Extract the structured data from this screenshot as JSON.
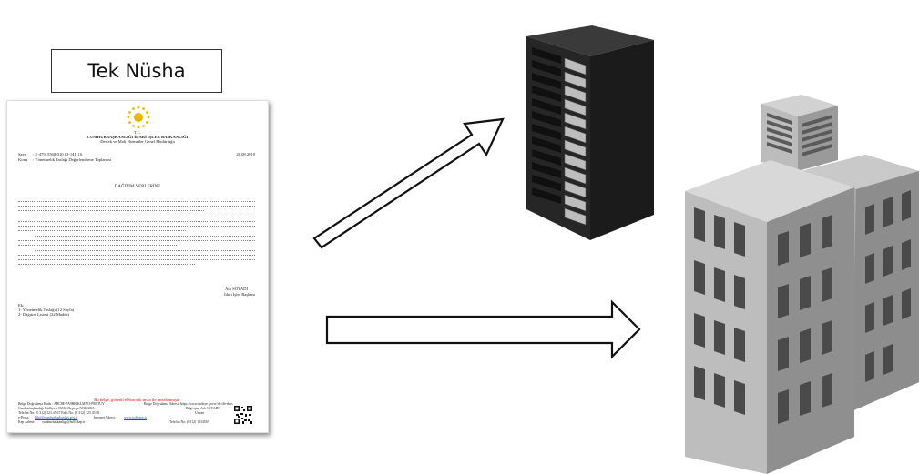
{
  "label": {
    "title": "Tek Nüsha"
  },
  "document": {
    "header_tc": "T.C.",
    "header_org": "CUMHURBAŞKANLIĞI İDARİ İŞLER BAŞKANLIĞI",
    "header_unit": "Destek ve Mali Hizmetler Genel Müdürlüğü",
    "sayi_label": "Sayı",
    "sayi_value": ": E-47915568-010.03-141116",
    "date": "26.08.2019",
    "konu_label": "Konu",
    "konu_value": ": Yönetmelik Taslağı Değerlendirme Toplantısı",
    "heading": "DAĞITIM YERLERİNE",
    "signer_name": "Adı SOYADI",
    "signer_title": "İdari İşler Başkanı",
    "ek_label": "Ek:",
    "ek_items": [
      "1- Yönetmelik Taslağı (12 Sayfa)",
      "2- Dağıtım Listesi (22 Madde)"
    ],
    "footer_red": "Bu belge, güvenli elektronik imza ile imzalanmıştır.",
    "footer_lines": [
      "Belge Doğrulama Kodu : ABC8E-PA9BB-KLMNO-PRSTUV",
      "Belge Doğrulama Adresi: https://www.turkiye.gov.tr/cb-iib-ebys",
      "Cumhurbaşkanlığı Külliyesi 06560 Beştepe/ANKARA",
      "Bilgi için: Adı SOYADI",
      "Unvan",
      "Telefon No: (0 312) 123 45 67  Faks No: (0 312) 123 45 68",
      "e-Posta:",
      "İnternet Adresi:",
      "Kep Adresi:",
      "Telefon No: (0312) 1234567"
    ],
    "footer_email": "bilgi@cumhurbaskanligi.gov.tr",
    "footer_web": "www.tccb.gov.tr",
    "footer_kep": "cumhurbaskanligi@hs01.kep.tr"
  },
  "icons": {
    "server": "server-rack-icon",
    "building": "office-building-icon",
    "arrows": [
      "arrow-up-right-icon",
      "arrow-right-icon"
    ]
  },
  "colors": {
    "server_dark": "#2b2b2b",
    "building_light": "#b5b5b5",
    "building_dark": "#8a8a8a",
    "window": "#4a4a4a"
  }
}
